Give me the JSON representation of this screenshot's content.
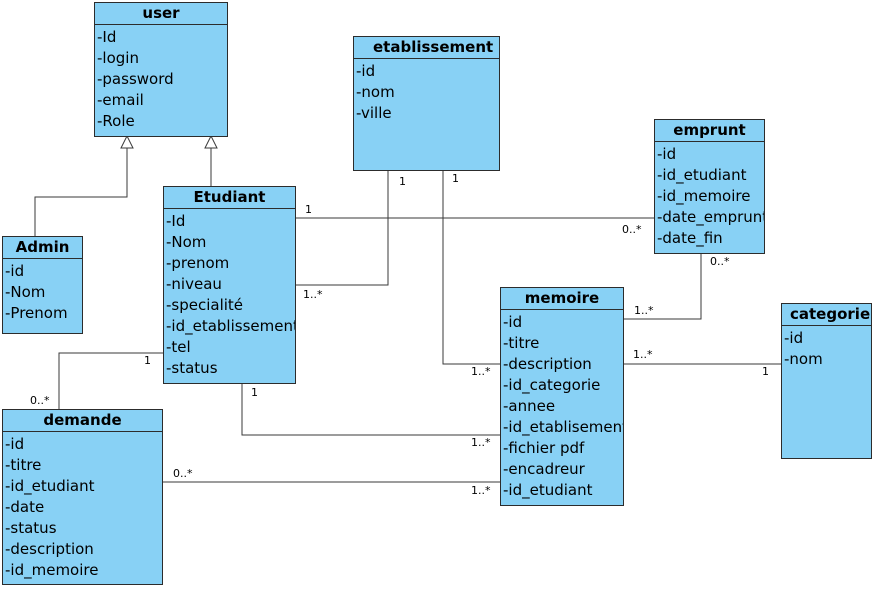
{
  "classes": {
    "user": {
      "name": "user",
      "attributes": [
        "-Id",
        "-login",
        "-password",
        "-email",
        "-Role"
      ]
    },
    "etablissement": {
      "name": "etablissement",
      "attributes": [
        "-id",
        "-nom",
        "-ville"
      ]
    },
    "emprunt": {
      "name": "emprunt",
      "attributes": [
        "-id",
        "-id_etudiant",
        "-id_memoire",
        "-date_emprunt",
        "-date_fin"
      ]
    },
    "etudiant": {
      "name": "Etudiant",
      "attributes": [
        "-Id",
        "-Nom",
        "-prenom",
        "-niveau",
        "-specialité",
        "-id_etablissement",
        "-tel",
        "-status"
      ]
    },
    "admin": {
      "name": "Admin",
      "attributes": [
        "-id",
        "-Nom",
        "-Prenom"
      ]
    },
    "memoire": {
      "name": "memoire",
      "attributes": [
        "-id",
        "-titre",
        "-description",
        "-id_categorie",
        "-annee",
        "-id_etablisement",
        "-fichier pdf",
        "-encadreur",
        "-id_etudiant"
      ]
    },
    "categorie": {
      "name": "categorie",
      "attributes": [
        "-id",
        "-nom"
      ]
    },
    "demande": {
      "name": "demande",
      "attributes": [
        "-id",
        "-titre",
        "-id_etudiant",
        "-date",
        "-status",
        "-description",
        "-id_memoire"
      ]
    }
  },
  "multiplicities": {
    "etab_etudiant_etab_end": "1",
    "etab_etudiant_etudiant_end": "1..*",
    "etab_memoire_etab_end": "1",
    "etab_memoire_memoire_end": "1..*",
    "etudiant_emprunt_etudiant_end": "1",
    "etudiant_emprunt_emprunt_end": "0..*",
    "emprunt_memoire_emprunt_end": "0..*",
    "emprunt_memoire_memoire_end": "1..*",
    "memoire_categorie_memoire_end": "1..*",
    "memoire_categorie_categorie_end": "1",
    "etudiant_demande_etudiant_end": "1",
    "etudiant_demande_demande_end": "0..*",
    "etudiant_memoire_etudiant_end": "1",
    "etudiant_memoire_memoire_end": "1..*",
    "demande_memoire_demande_end": "0..*",
    "demande_memoire_memoire_end": "1..*"
  },
  "colors": {
    "class_fill": "#88d1f5",
    "border": "#2c2c2c",
    "connector": "#3a3a3a"
  }
}
